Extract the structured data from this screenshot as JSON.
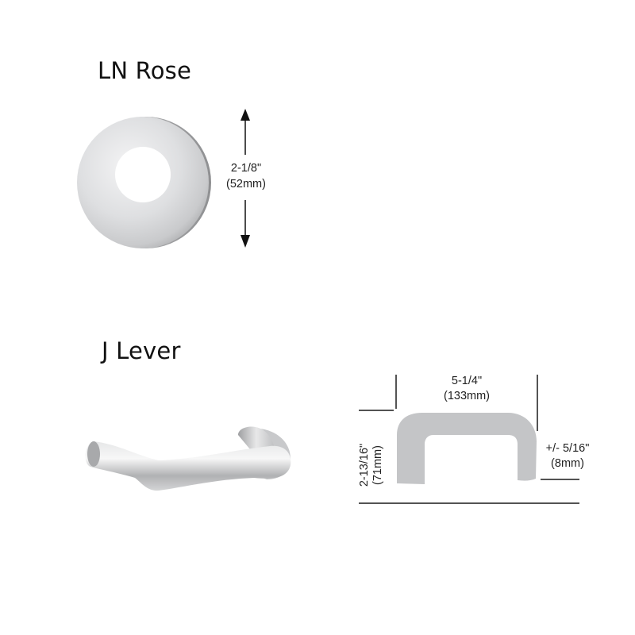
{
  "rose": {
    "title": "LN Rose",
    "dimension_imperial": "2-1/8\"",
    "dimension_metric": "(52mm)"
  },
  "lever": {
    "title": "J Lever",
    "width_imperial": "5-1/4\"",
    "width_metric": "(133mm)",
    "projection_imperial": "2-13/16\"",
    "projection_metric": "(71mm)",
    "tolerance_imperial": "+/- 5/16\"",
    "tolerance_metric": "(8mm)"
  },
  "colors": {
    "profile_fill": "#c4c5c7",
    "dimension_line": "#1a1a1a",
    "text": "#111111"
  }
}
